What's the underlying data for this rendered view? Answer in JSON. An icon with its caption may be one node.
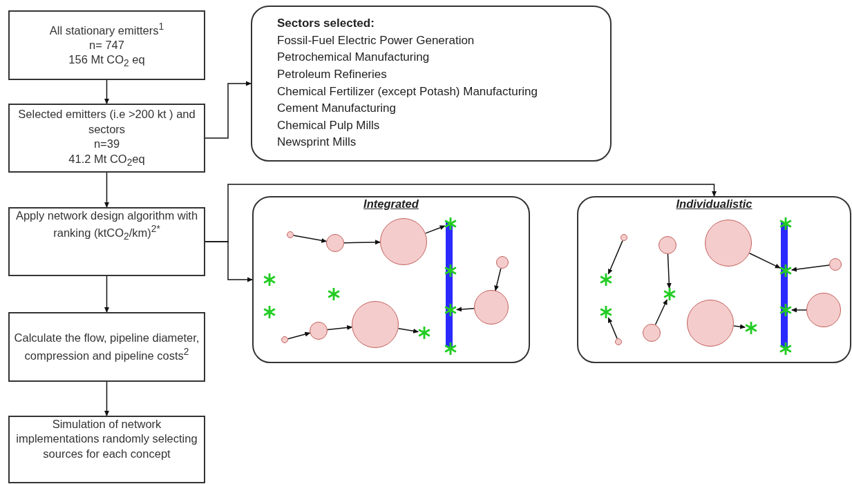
{
  "diagram": {
    "nodes": [
      {
        "text": [
          "All stationary emitters$^{1}$",
          "n= 747",
          "156 Mt CO$_{2}$ eq"
        ]
      },
      {
        "text": [
          "Selected emitters (i.e >200 kt ) and sectors",
          "n=39",
          "41.2 Mt CO$_{2}$eq"
        ]
      },
      {
        "text": [
          "Apply network design algorithm with ranking (ktCO$_{2}$/km)$^{2*}$"
        ]
      },
      {
        "text": [
          "Calculate the flow, pipeline diameter, compression and pipeline costs$^{2}$"
        ]
      },
      {
        "text": [
          "Simulation of network implementations randomly selecting sources for each concept"
        ]
      },
      {
        "text": [
          "Sectors selected:",
          "Fossil-Fuel Electric Power Generation",
          "Petrochemical Manufacturing",
          "Petroleum Refineries",
          "Chemical Fertilizer (except Potash) Manufacturing",
          "Cement Manufacturing",
          "Chemical Pulp Mills",
          "Newsprint Mills"
        ]
      },
      {
        "text": [
          "Integrated"
        ]
      },
      {
        "text": [
          "Individualistic"
        ]
      },
      {
        "text": [],
        "shape": "star",
        "in": 6
      },
      {
        "text": [],
        "shape": "star",
        "in": 6
      },
      {
        "text": [],
        "shape": "circle",
        "in": 6
      },
      {
        "text": [],
        "shape": "circle",
        "in": 6
      },
      {
        "text": [],
        "shape": "circle",
        "in": 6
      },
      {
        "text": [],
        "shape": "star",
        "in": 6
      },
      {
        "text": [],
        "shape": "circle",
        "in": 6
      },
      {
        "text": [],
        "shape": "circle",
        "in": 6
      },
      {
        "text": [],
        "shape": "circle",
        "in": 6
      },
      {
        "text": [],
        "shape": "star",
        "in": 6
      },
      {
        "text": [],
        "shape": "star",
        "in": 6
      },
      {
        "text": [],
        "shape": "star",
        "in": 6
      },
      {
        "text": [],
        "shape": "star",
        "in": 6
      },
      {
        "text": [],
        "shape": "star",
        "in": 6
      },
      {
        "text": [],
        "shape": "circle",
        "in": 6
      },
      {
        "text": [],
        "shape": "circle",
        "in": 6
      },
      {
        "text": [],
        "shape": "star",
        "in": 7
      },
      {
        "text": [],
        "shape": "star",
        "in": 7
      },
      {
        "text": [],
        "shape": "circle",
        "in": 7
      },
      {
        "text": [],
        "shape": "circle",
        "in": 7
      },
      {
        "text": [],
        "shape": "circle",
        "in": 7
      },
      {
        "text": [],
        "shape": "circle",
        "in": 7
      },
      {
        "text": [],
        "shape": "star",
        "in": 7
      },
      {
        "text": [],
        "shape": "circle",
        "in": 7
      },
      {
        "text": [],
        "shape": "circle",
        "in": 7
      },
      {
        "text": [],
        "shape": "star",
        "in": 7
      },
      {
        "text": [],
        "shape": "star",
        "in": 7
      },
      {
        "text": [],
        "shape": "star",
        "in": 7
      },
      {
        "text": [],
        "shape": "star",
        "in": 7
      },
      {
        "text": [],
        "shape": "star",
        "in": 7
      },
      {
        "text": [],
        "shape": "circle",
        "in": 7
      },
      {
        "text": [],
        "shape": "circle",
        "in": 7
      }
    ],
    "edges": [
      {
        "from": 0,
        "to": 1,
        "arrow": "to"
      },
      {
        "from": 1,
        "to": 2,
        "arrow": "to"
      },
      {
        "from": 2,
        "to": 3,
        "arrow": "to"
      },
      {
        "from": 3,
        "to": 4,
        "arrow": "to"
      },
      {
        "from": 1,
        "to": 5,
        "arrow": "to"
      },
      {
        "from": 2,
        "to": 6,
        "arrow": "to"
      },
      {
        "from": 2,
        "to": 7,
        "arrow": "to"
      },
      {
        "from": 11,
        "to": 14,
        "arrow": "to"
      },
      {
        "from": 14,
        "to": 16,
        "arrow": "to"
      },
      {
        "from": 16,
        "to": 18,
        "arrow": "to"
      },
      {
        "from": 23,
        "to": 22,
        "arrow": "to"
      },
      {
        "from": 22,
        "to": 20,
        "arrow": "to"
      },
      {
        "from": 10,
        "to": 12,
        "arrow": "to"
      },
      {
        "from": 12,
        "to": 15,
        "arrow": "to"
      },
      {
        "from": 15,
        "to": 17,
        "arrow": "to"
      },
      {
        "from": 27,
        "to": 24,
        "arrow": "to"
      },
      {
        "from": 26,
        "to": 25,
        "arrow": "to"
      },
      {
        "from": 29,
        "to": 30,
        "arrow": "to"
      },
      {
        "from": 28,
        "to": 30,
        "arrow": "to"
      },
      {
        "from": 32,
        "to": 35,
        "arrow": "to"
      },
      {
        "from": 39,
        "to": 35,
        "arrow": "to"
      },
      {
        "from": 38,
        "to": 36,
        "arrow": "to"
      },
      {
        "from": 31,
        "to": 33,
        "arrow": "to"
      }
    ]
  }
}
